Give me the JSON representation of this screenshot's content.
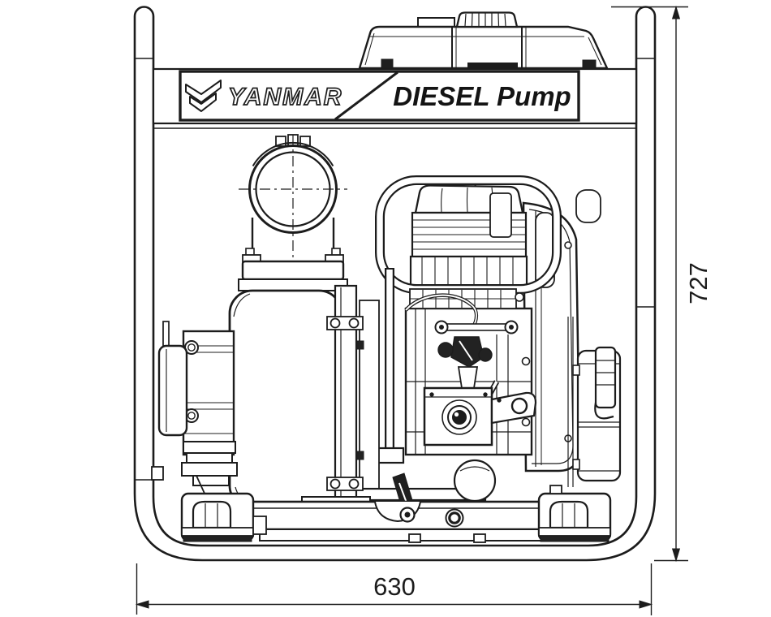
{
  "drawing": {
    "subject": "YANMAR diesel engine pump, side elevation technical line drawing",
    "style": "black line art on white"
  },
  "plate": {
    "brand": "YANMAR",
    "product": "DIESEL Pump"
  },
  "dimensions": {
    "height_label": "727",
    "width_label": "630"
  },
  "icons": {
    "brand_mark": "yanmar-double-chevron"
  },
  "colors": {
    "line": "#1c1c1c",
    "background": "#ffffff",
    "dark_fill": "#1f1f1f"
  }
}
